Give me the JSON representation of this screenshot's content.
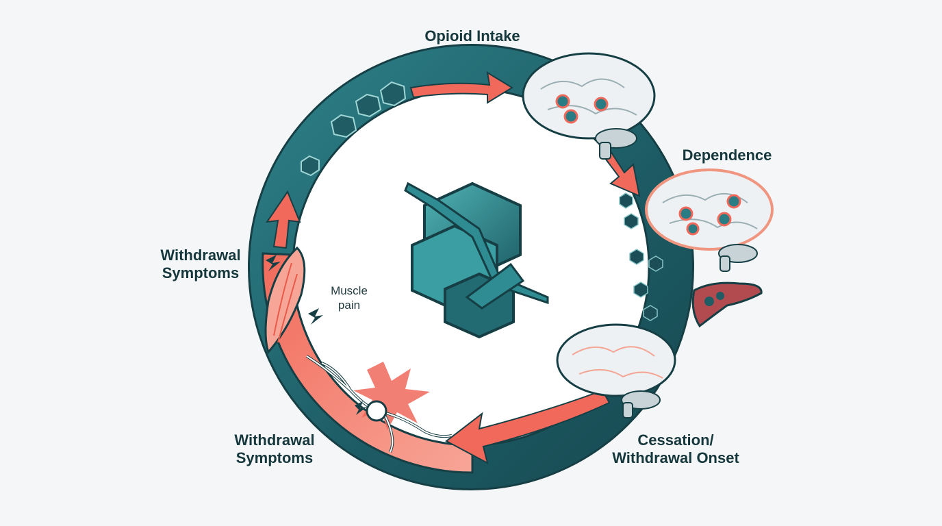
{
  "colors": {
    "ring_dark": "#1c5a63",
    "ring_mid": "#2b7b84",
    "ring_light": "#3fa1a6",
    "accent_red": "#f0695a",
    "accent_pink": "#f8b2a8",
    "brain": "#eef1f3",
    "text": "#16383d",
    "liver": "#b24b4f"
  },
  "labels": {
    "opioid_intake": "Opioid Intake",
    "dependence": "Dependence",
    "cessation_line1": "Cessation/",
    "cessation_line2": "Withdrawal Onset",
    "withdrawal_bottom_line1": "Withdrawal",
    "withdrawal_bottom_line2": "Symptoms",
    "withdrawal_left_line1": "Withdrawal",
    "withdrawal_left_line2": "Symptoms",
    "muscle_line1": "Muscle",
    "muscle_line2": "pain"
  },
  "icons": [
    "brain-icon",
    "molecule-icon",
    "liver-icon",
    "muscle-icon",
    "neuron-icon",
    "lightning-icon",
    "arrow-icon"
  ]
}
